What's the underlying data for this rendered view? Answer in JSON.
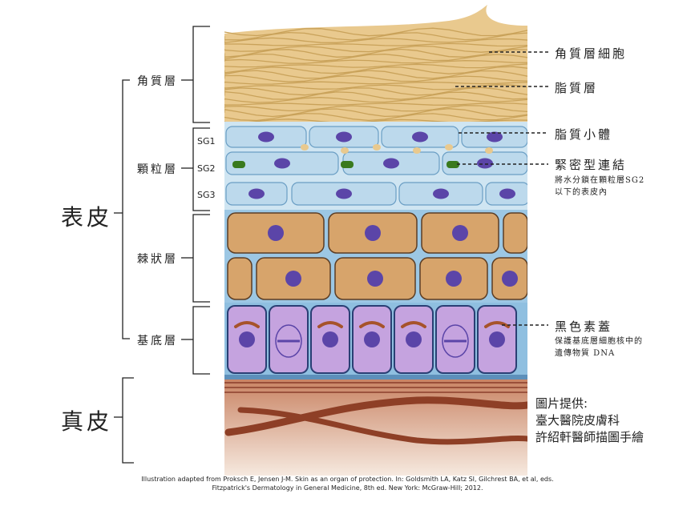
{
  "left_labels": {
    "epidermis": "表皮",
    "dermis": "真皮",
    "stratum_corneum": "角質層",
    "stratum_granulosum": "顆粒層",
    "stratum_spinosum": "棘狀層",
    "stratum_basale": "基底層",
    "sg1": "SG1",
    "sg2": "SG2",
    "sg3": "SG3"
  },
  "right_labels": {
    "corneocyte": "角質層細胞",
    "lipid_layer": "脂質層",
    "lamellar_body": "脂質小體",
    "tight_junction": "緊密型連結",
    "tight_junction_note": [
      "將水分鎖在顆粒層SG2",
      "以下的表皮內"
    ],
    "melanin_cap": "黑色素蓋",
    "melanin_cap_note": [
      "保護基底層細胞核中的",
      "遺傳物質 DNA"
    ]
  },
  "credit": [
    "圖片提供:",
    "臺大醫院皮膚科",
    "許紹軒醫師描圖手繪"
  ],
  "citation": [
    "Illustration adapted from Proksch E, Jensen J-M. Skin as an organ of protection. In: Goldsmith LA, Katz SI, Gilchrest BA, et al, eds.",
    "Fitzpatrick's Dermatology in General Medicine, 8th ed. New York: McGraw-Hill; 2012."
  ],
  "colors": {
    "corneum": "#e9c98e",
    "corneum_fiber": "#c9a25a",
    "granulosum": "#bcd9ec",
    "spinosum_cell": "#d7a46b",
    "basal_cell": "#c5a3df",
    "nucleus": "#5b45a8",
    "melanin": "#a6532b",
    "tight_junction": "#3a7a1e",
    "dermis": "#b86c4e",
    "vessel": "#8e3f26"
  }
}
